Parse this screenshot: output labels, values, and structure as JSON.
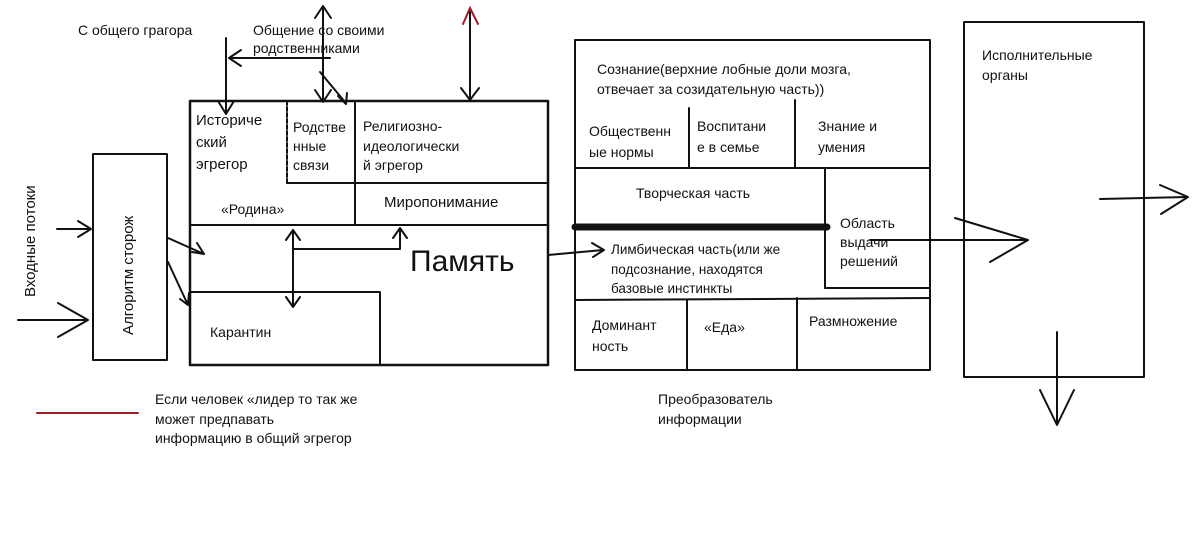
{
  "labels": {
    "input_flows": "Входные потоки",
    "from_common": "С общего грагора",
    "relatives": "Общение со своими\nродственниками",
    "algorithm": "Алгоритм сторож",
    "historical": "Историче\nский\nэгрегор",
    "kinship": "Родстве\nнные\nсвязи",
    "religious": "Религиозно-\nидеологически\nй эгрегор",
    "rodina": "«Родина»",
    "worldview": "Миропонимание",
    "memory": "Память",
    "quarantine": "Карантин",
    "leader_note": "Если человек «лидер то так же\nможет предпавать\nинформацию в общий эгрегор",
    "consciousness": "Сознание(верхние лобные доли мозга,\nотвечает за созидательную часть))",
    "social_norms": "Общественн\nые нормы",
    "upbringing": "Воспитани\nе в семье",
    "knowledge": "Знание и\nумения",
    "creative": "Творческая часть",
    "decision_area": "Область\nвыдачи\nрешений",
    "limbic": "Лимбическая часть(или же\nподсознание, находятся\nбазовые инстинкты",
    "dominant": "Доминант\nность",
    "food": "«Еда»",
    "reproduction": "Размножение",
    "converter": "Преобразователь\nинформации",
    "executive": "Исполнительные\nорганы"
  },
  "colors": {
    "line": "#111111",
    "leader_arrow": "#a01c24"
  }
}
